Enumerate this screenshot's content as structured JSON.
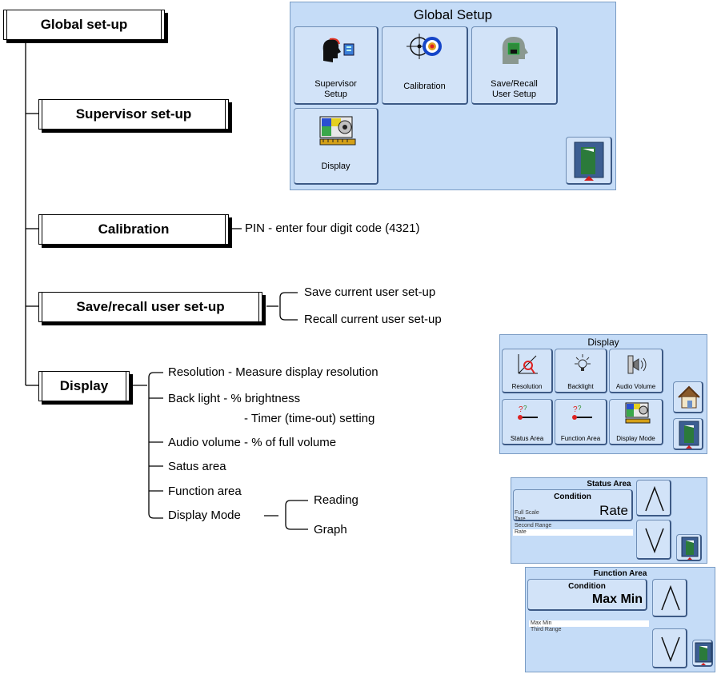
{
  "tree": {
    "root": "Global set-up",
    "supervisor": "Supervisor set-up",
    "calibration": "Calibration",
    "calibration_note": "PIN - enter four digit code (4321)",
    "save_recall": "Save/recall user set-up",
    "save_recall_options": [
      "Save current user set-up",
      "Recall current user set-up"
    ],
    "display": "Display",
    "display_options": {
      "resolution": "Resolution - Measure display resolution",
      "backlight_1": "Back light  - % brightness",
      "backlight_2": "- Timer (time-out) setting",
      "audio": "Audio volume - % of full volume",
      "status": "Satus area",
      "function": "Function area",
      "display_mode": "Display Mode",
      "modes": [
        "Reading",
        "Graph"
      ]
    }
  },
  "global_screen": {
    "title": "Global Setup",
    "buttons": {
      "supervisor_1": "Supervisor",
      "supervisor_2": "Setup",
      "calibration": "Calibration",
      "save_1": "Save/Recall",
      "save_2": "User Setup",
      "display": "Display"
    }
  },
  "display_screen": {
    "title": "Display",
    "buttons": [
      "Resolution",
      "Backlight",
      "Audio Volume",
      "Status Area",
      "Function Area",
      "Display Mode"
    ]
  },
  "status_screen": {
    "title": "Status Area",
    "condition_label": "Condition",
    "condition_value": "Rate",
    "options": [
      "Full Scale",
      "Tare",
      "Second Range",
      "Rate"
    ],
    "selected": "Rate"
  },
  "function_screen": {
    "title": "Function Area",
    "condition_label": "Condition",
    "condition_value": "Max Min",
    "options": [
      "Max Min",
      "Third Range"
    ],
    "selected": "Max Min"
  },
  "colors": {
    "screen_bg": "#c5dcf7",
    "button_bg": "#d2e3f8",
    "button_shadow": "#3d5a86",
    "exit_door": "#4a6a98",
    "exit_arrow": "#d21c1c"
  }
}
